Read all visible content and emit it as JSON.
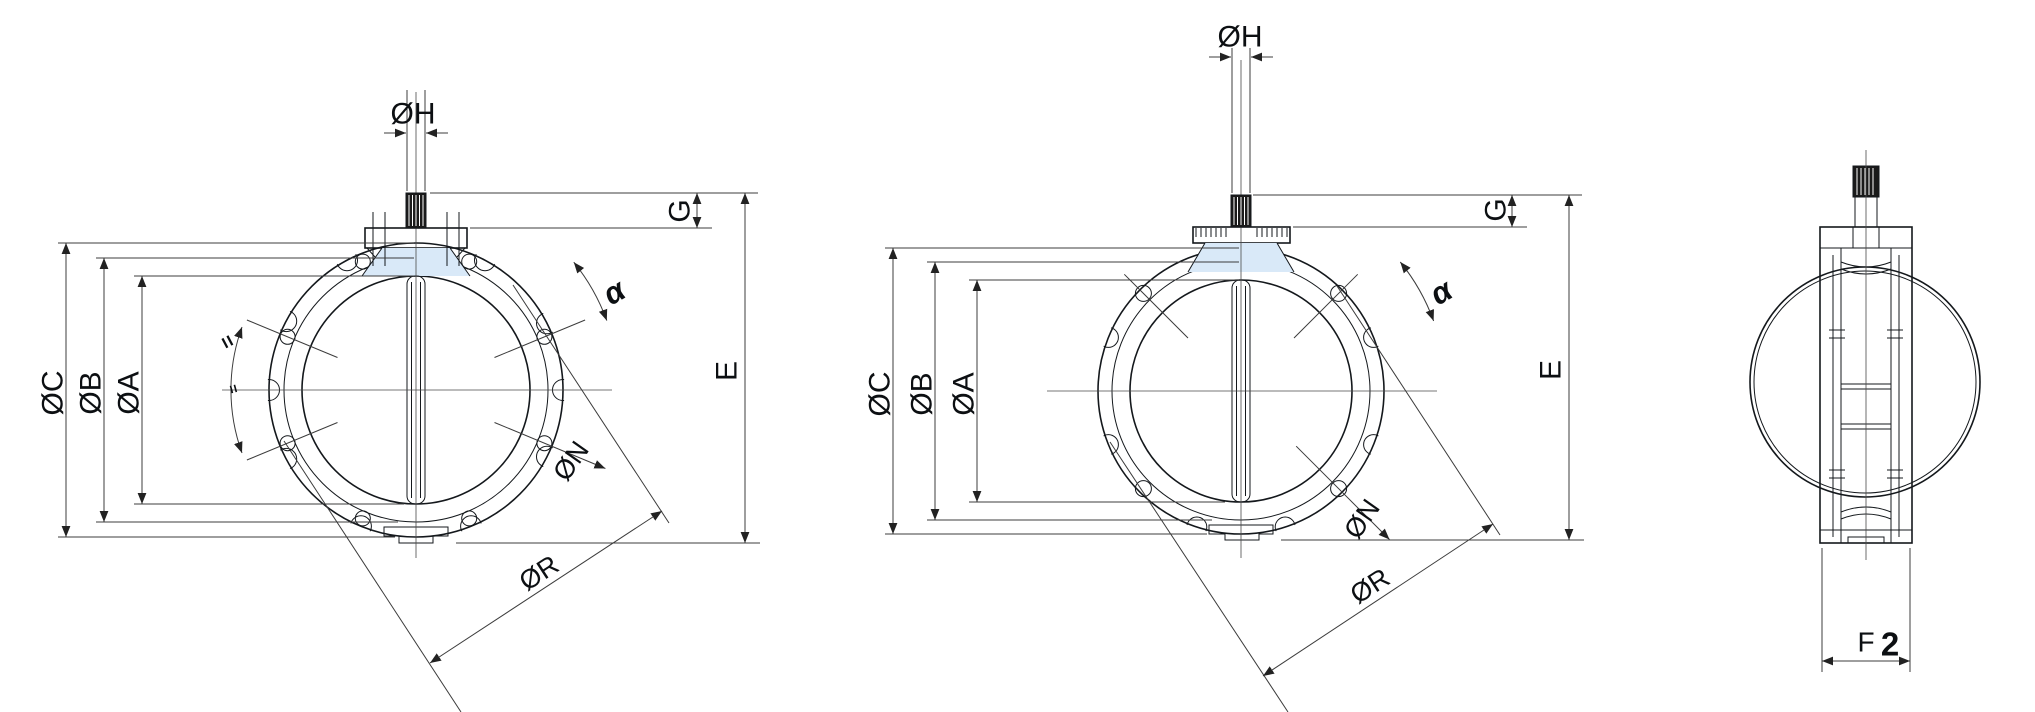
{
  "drawing": {
    "type": "butterfly-valve dimensional drawing",
    "background": "#ffffff",
    "colors": {
      "outline": "#14181c",
      "dimension_lines": "#3c3c3c",
      "front_view_fill": "#d9e9f8",
      "side_view_fill": "#e2ecdf",
      "spline_fill": "#1a1a1a",
      "accent_navy": "#1d4e79"
    },
    "views": {
      "left": {
        "name": "front-view-8-hole-flange",
        "bolt_hole_count": 8,
        "labels": {
          "oh": "ØH",
          "g": "G",
          "e": "E",
          "oc": "ØC",
          "ob": "ØB",
          "oa": "ØA",
          "on": "ØN",
          "or": "ØR",
          "alpha": "α",
          "equal": "="
        }
      },
      "middle": {
        "name": "front-view-4-hole-flange",
        "bolt_hole_count": 4,
        "labels": {
          "oh": "ØH",
          "g": "G",
          "e": "E",
          "oc": "ØC",
          "ob": "ØB",
          "oa": "ØA",
          "on": "ØN",
          "or": "ØR",
          "alpha": "α"
        }
      },
      "side": {
        "name": "side-view",
        "labels": {
          "f": "F",
          "two": "2"
        }
      }
    }
  }
}
